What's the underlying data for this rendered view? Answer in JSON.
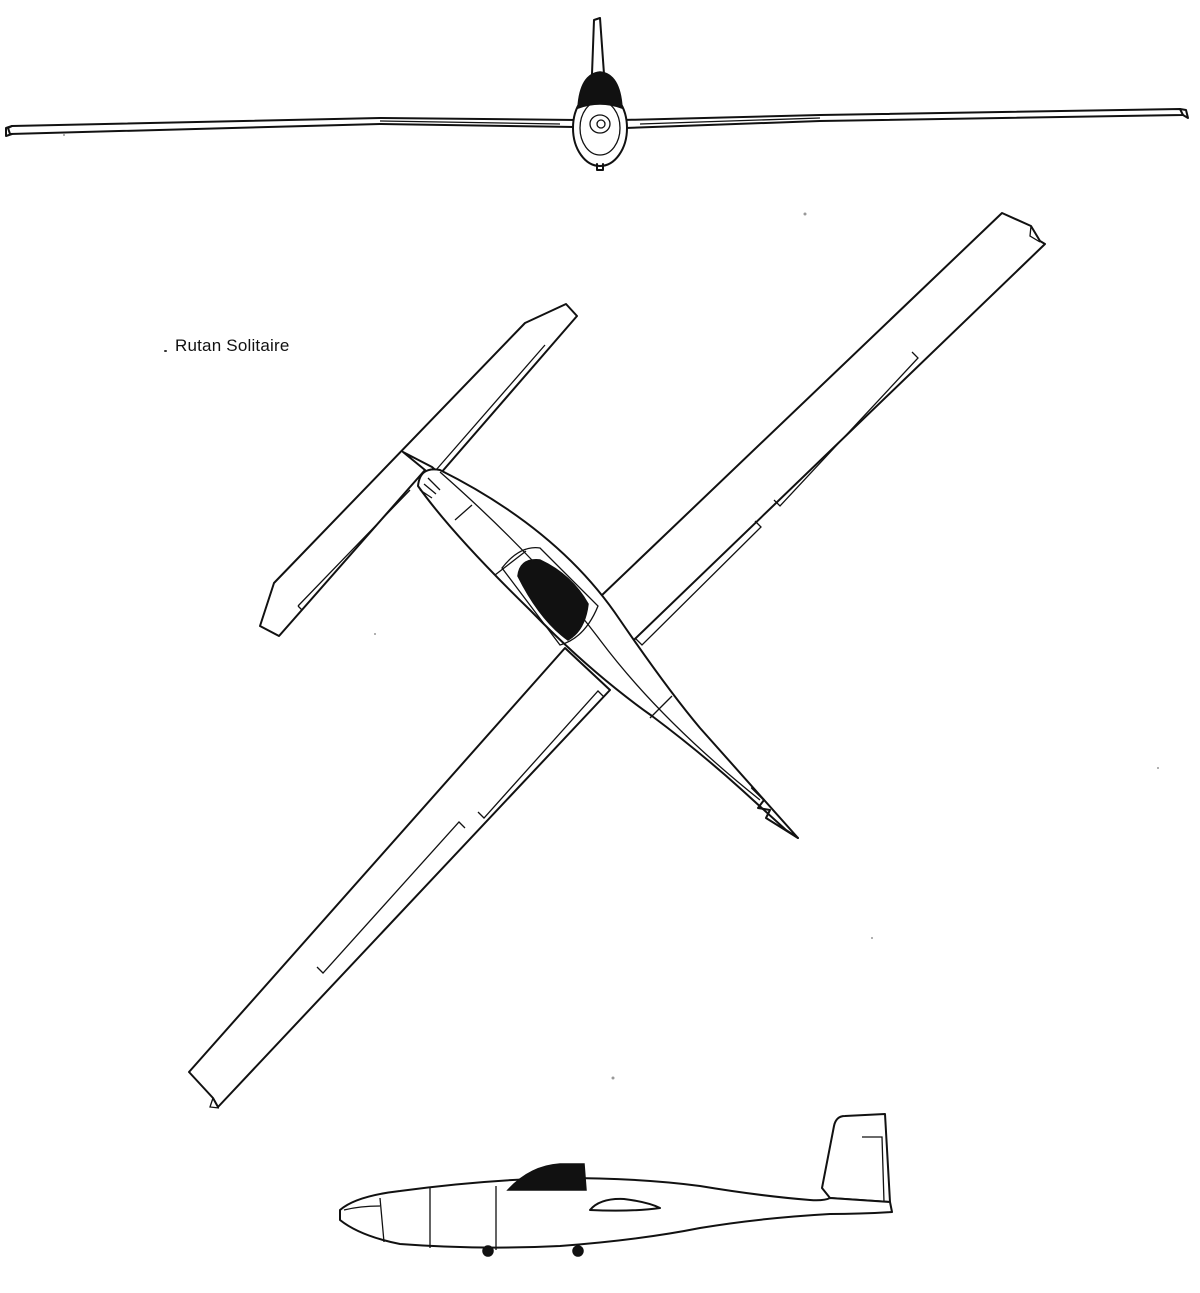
{
  "drawing": {
    "title": "Rutan Solitaire",
    "views": [
      "front-view",
      "plan-view",
      "side-view"
    ],
    "colors": {
      "line": "#111111",
      "fill": "#ffffff",
      "canopy": "#111111"
    }
  }
}
